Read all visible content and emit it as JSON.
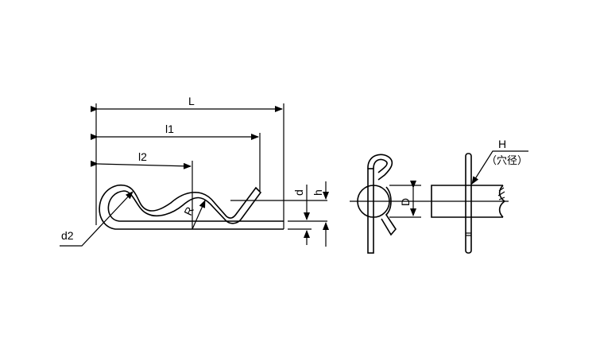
{
  "labels": {
    "L": "L",
    "l1": "l1",
    "l2": "l2",
    "d": "d",
    "h": "h",
    "R": "R",
    "d2": "d2",
    "D": "D",
    "H": "H",
    "hole_diameter": "（穴径）"
  }
}
